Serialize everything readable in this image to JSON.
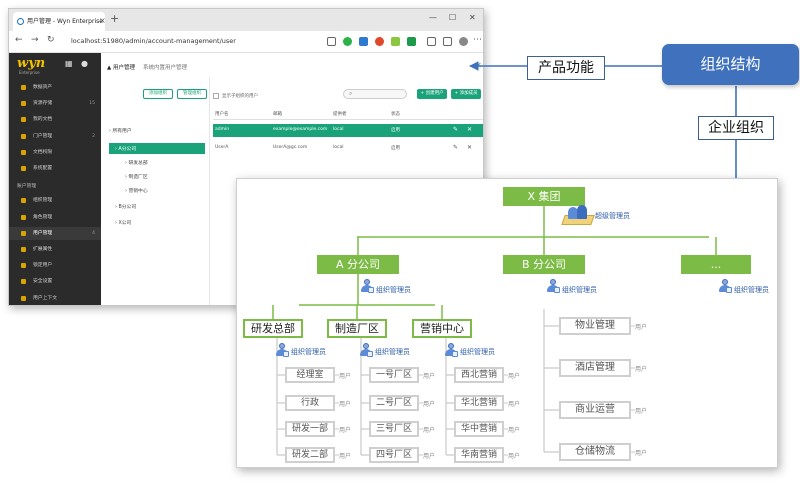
{
  "browser": {
    "tab_title": "用户管理 - Wyn Enterprise",
    "url": "localhost:51980/admin/account-management/user"
  },
  "app": {
    "logo": "wyn",
    "logo_sub": "Enterprise",
    "sidebar": [
      {
        "label": "数据资产",
        "count": ""
      },
      {
        "label": "资源存储",
        "count": "15"
      },
      {
        "label": "我的文档",
        "count": ""
      },
      {
        "label": "门户管理",
        "count": "2"
      },
      {
        "label": "文档权限",
        "count": ""
      },
      {
        "label": "系统配置",
        "count": ""
      },
      {
        "label": "账户管理",
        "count": "",
        "group": true
      },
      {
        "label": "组织管理",
        "count": ""
      },
      {
        "label": "角色管理",
        "count": ""
      },
      {
        "label": "用户管理",
        "count": "4",
        "active": true
      },
      {
        "label": "扩展属性",
        "count": ""
      },
      {
        "label": "锁定用户",
        "count": ""
      },
      {
        "label": "安全设置",
        "count": ""
      },
      {
        "label": "用户上下文",
        "count": ""
      }
    ],
    "page_title": "用户管理",
    "page_subtitle": "系统内置用户管理",
    "buttons": {
      "add_org": "添加组织",
      "edit_org": "管理组织",
      "add_user": "+ 创建用户",
      "add_member": "+ 添加成员"
    },
    "checkbox_label": "显示子组织的用户",
    "tree": [
      "所有用户",
      "A分公司",
      "研发总部",
      "制造厂区",
      "营销中心",
      "B分公司",
      "X公司"
    ],
    "table_headers": [
      "用户名",
      "邮箱",
      "提供者",
      "状态"
    ],
    "rows": [
      {
        "name": "admin",
        "email": "example@example.com",
        "provider": "local",
        "status": "启用"
      },
      {
        "name": "UserA",
        "email": "UserA@gc.com",
        "provider": "local",
        "status": "启用"
      }
    ]
  },
  "callouts": {
    "product_feature": "产品功能",
    "org_structure": "组织结构",
    "enterprise_org": "企业组织"
  },
  "org_chart": {
    "root": "X 集团",
    "root_admin": "超级管理员",
    "companies": [
      {
        "name": "A 分公司",
        "admin": "组织管理员"
      },
      {
        "name": "B 分公司",
        "admin": "组织管理员"
      },
      {
        "name": "...",
        "admin": "组织管理员"
      }
    ],
    "a_departments": [
      {
        "name": "研发总部",
        "admin": "组织管理员",
        "subs": [
          "经理室",
          "行政",
          "研发一部",
          "研发二部"
        ]
      },
      {
        "name": "制造厂区",
        "admin": "组织管理员",
        "subs": [
          "一号厂区",
          "二号厂区",
          "三号厂区",
          "四号厂区"
        ]
      },
      {
        "name": "营销中心",
        "admin": "组织管理员",
        "subs": [
          "西北营销",
          "华北营销",
          "华中营销",
          "华南营销"
        ]
      }
    ],
    "b_departments": [
      "物业管理",
      "酒店管理",
      "商业运营",
      "仓储物流"
    ],
    "user_label": "用户"
  }
}
